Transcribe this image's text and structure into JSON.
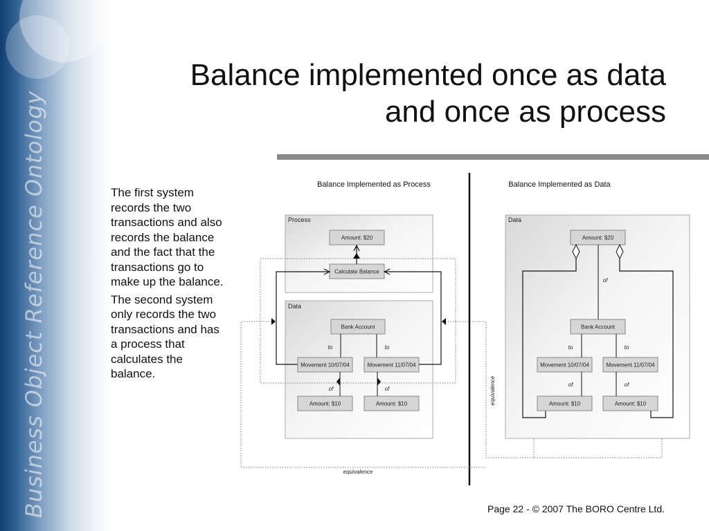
{
  "sidebar": {
    "watermark_text": "Business Object Reference Ontology"
  },
  "slide": {
    "title_line1": "Balance implemented once as data",
    "title_line2": "and once as process",
    "paragraph1": "The first system records the two transactions and also records the balance and the fact that the transactions go to make up the balance.",
    "paragraph2": "The second system only records the two transactions and has a process that calculates the balance.",
    "footer": "Page 22 - © 2007 The BORO Centre Ltd."
  },
  "diagram": {
    "left": {
      "title": "Balance Implemented as Process",
      "process_panel_label": "Process",
      "data_panel_label": "Data",
      "amount_total": "Amount: $20",
      "calculate_balance": "Calculate Balance",
      "bank_account": "Bank Account",
      "movement1": "Movement 10/07/04",
      "movement2": "Movement 11/07/04",
      "amount1": "Amount: $10",
      "amount2": "Amount: $10",
      "to_label1": "to",
      "to_label2": "to",
      "of_label1": "of",
      "of_label2": "of"
    },
    "right": {
      "title": "Balance Implemented as Data",
      "data_panel_label": "Data",
      "amount_total": "Amount: $20",
      "of_label_top": "of",
      "bank_account": "Bank Account",
      "movement1": "Movement 10/07/04",
      "movement2": "Movement 11/07/04",
      "amount1": "Amount: $10",
      "amount2": "Amount: $10",
      "to_label1": "to",
      "to_label2": "to",
      "of_label1": "of",
      "of_label2": "of"
    },
    "equivalence_bottom": "equivalence",
    "equivalence_vertical": "equivalence"
  }
}
